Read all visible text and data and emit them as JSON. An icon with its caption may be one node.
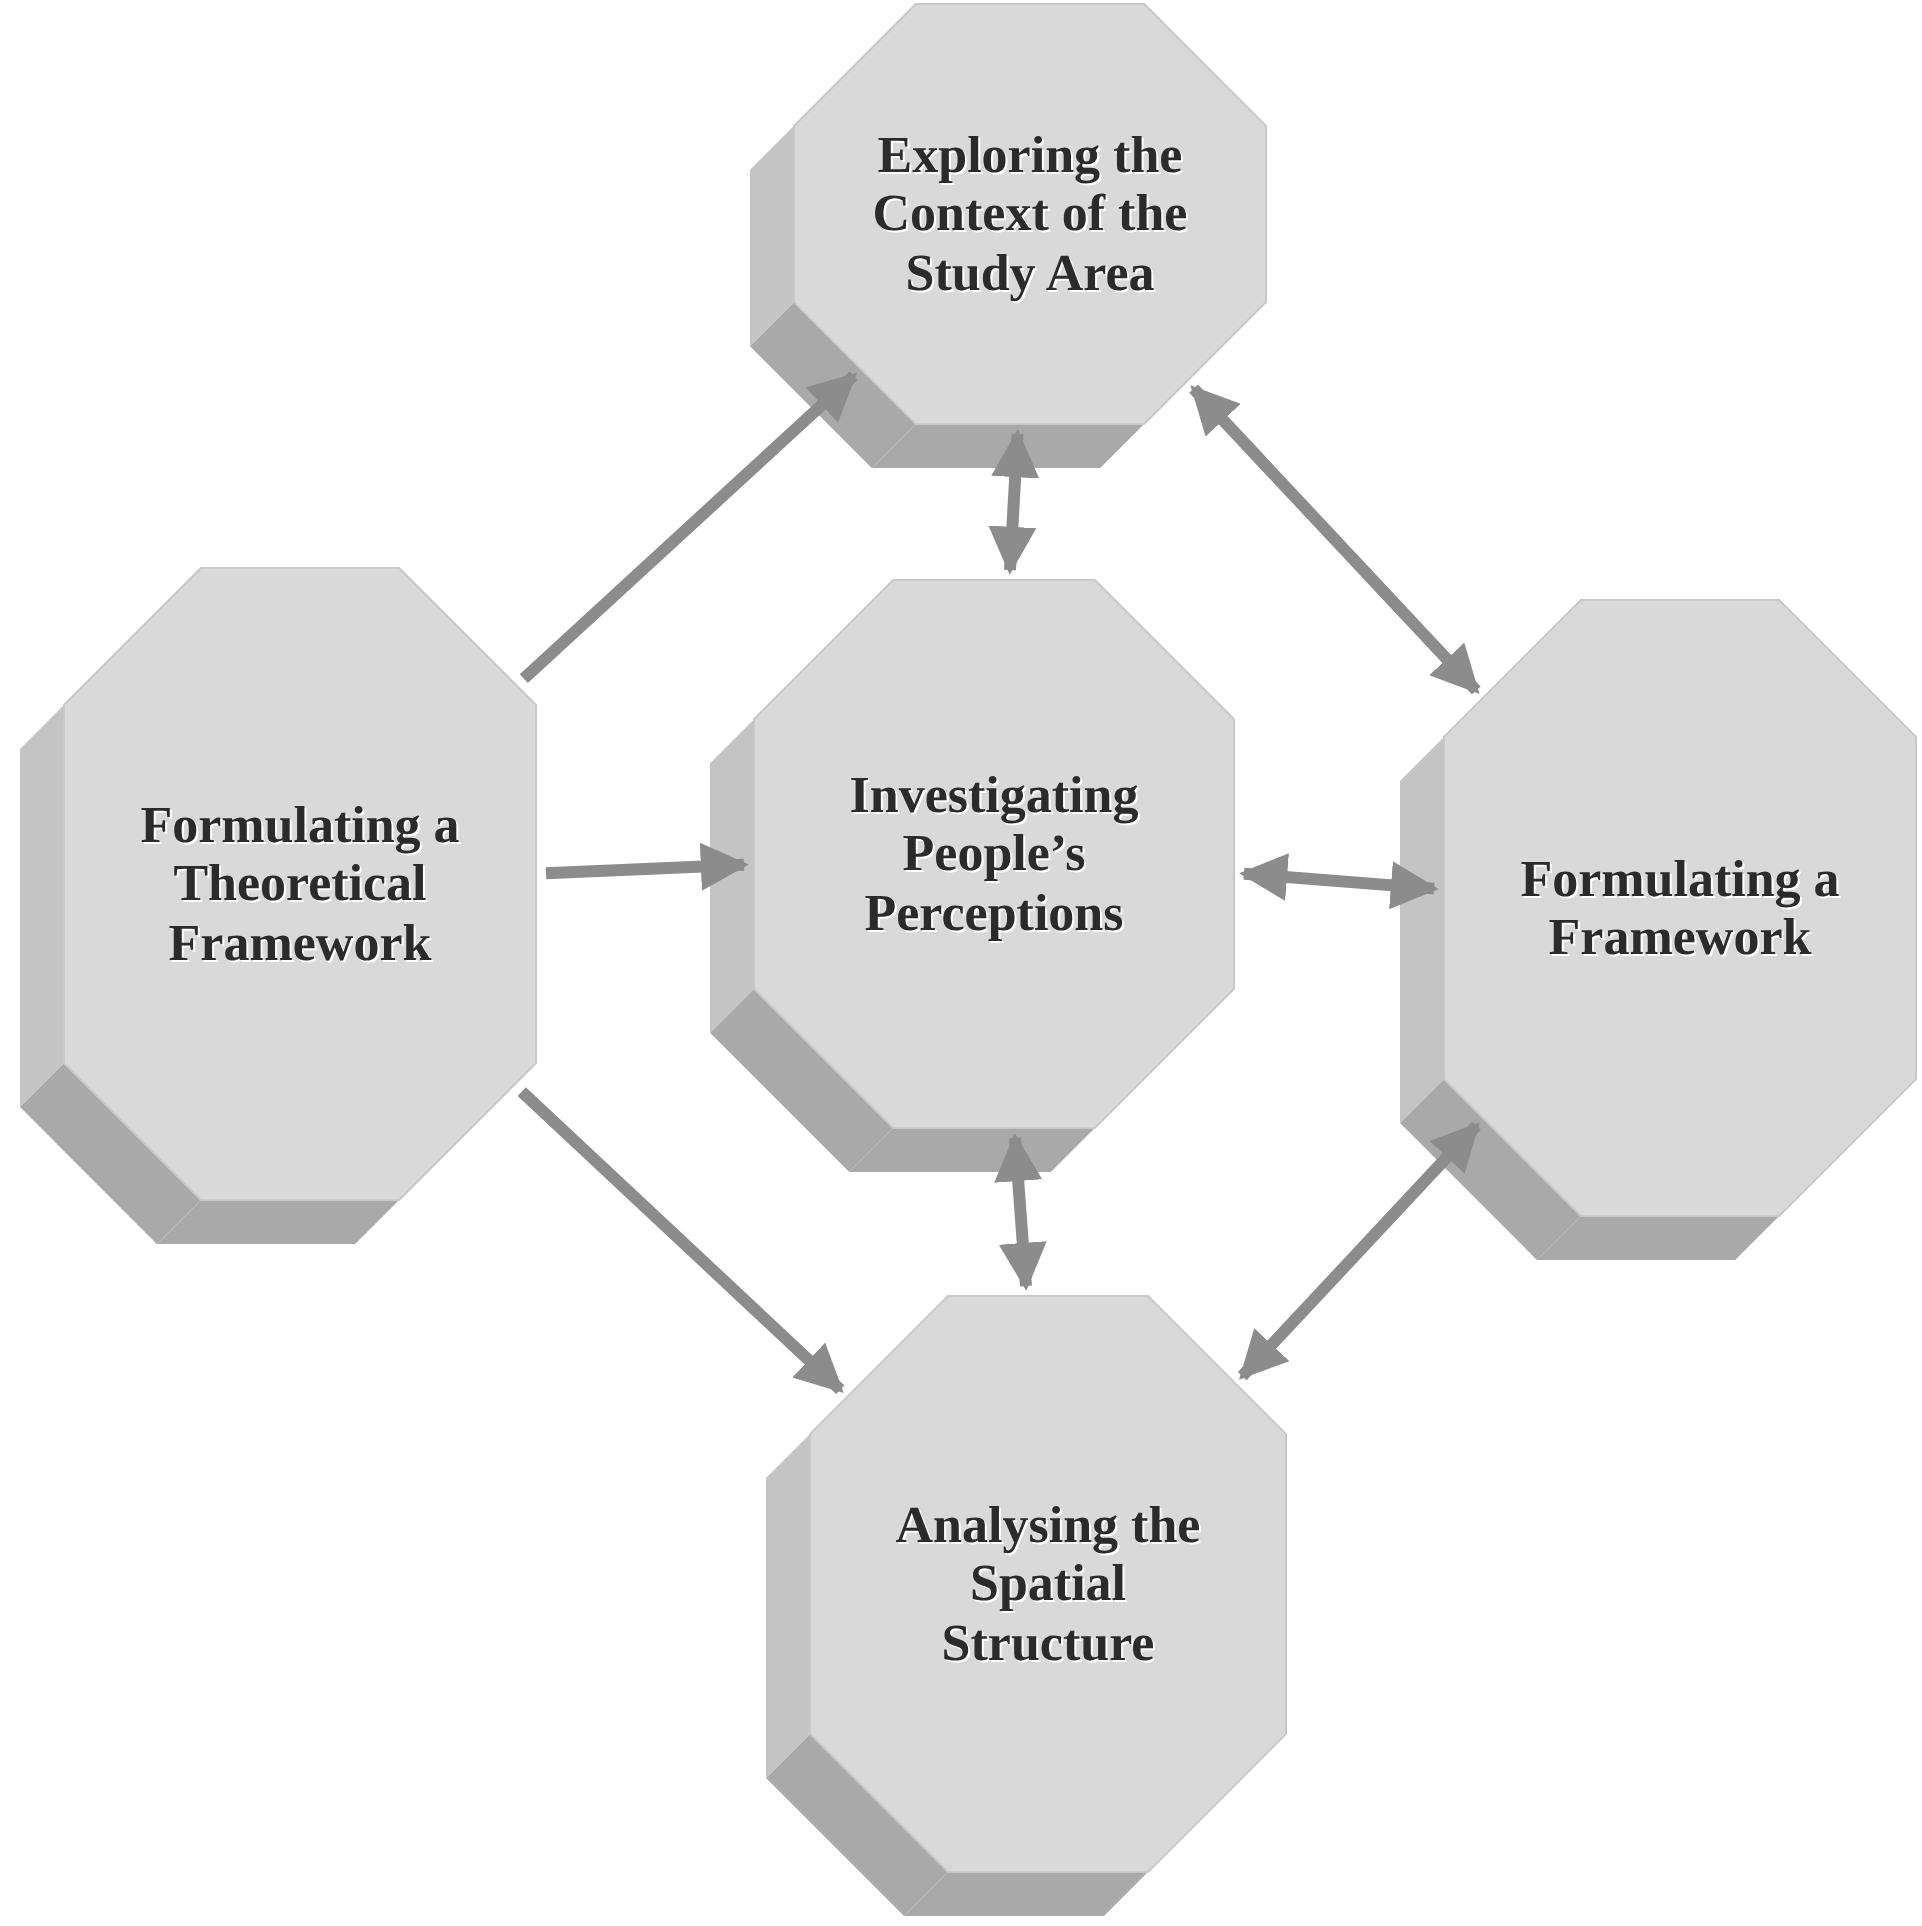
{
  "diagram": {
    "nodes": [
      {
        "text": [
          "Exploring the Context of the Study Area"
        ]
      },
      {
        "text": [
          "Formulating a Theoretical Framework"
        ]
      },
      {
        "text": [
          "Investigating People’s Perceptions"
        ]
      },
      {
        "text": [
          "Formulating a Framework"
        ]
      },
      {
        "text": [
          "Analysing the Spatial Structure"
        ]
      }
    ],
    "edges": [
      {
        "from": 1,
        "to": 0,
        "arrow": "to"
      },
      {
        "from": 1,
        "to": 2,
        "arrow": "to"
      },
      {
        "from": 1,
        "to": 4,
        "arrow": "to"
      },
      {
        "from": 0,
        "to": 2,
        "arrow": "both"
      },
      {
        "from": 0,
        "to": 3,
        "arrow": "both"
      },
      {
        "from": 2,
        "to": 3,
        "arrow": "both"
      },
      {
        "from": 2,
        "to": 4,
        "arrow": "both"
      },
      {
        "from": 3,
        "to": 4,
        "arrow": "both"
      }
    ]
  }
}
